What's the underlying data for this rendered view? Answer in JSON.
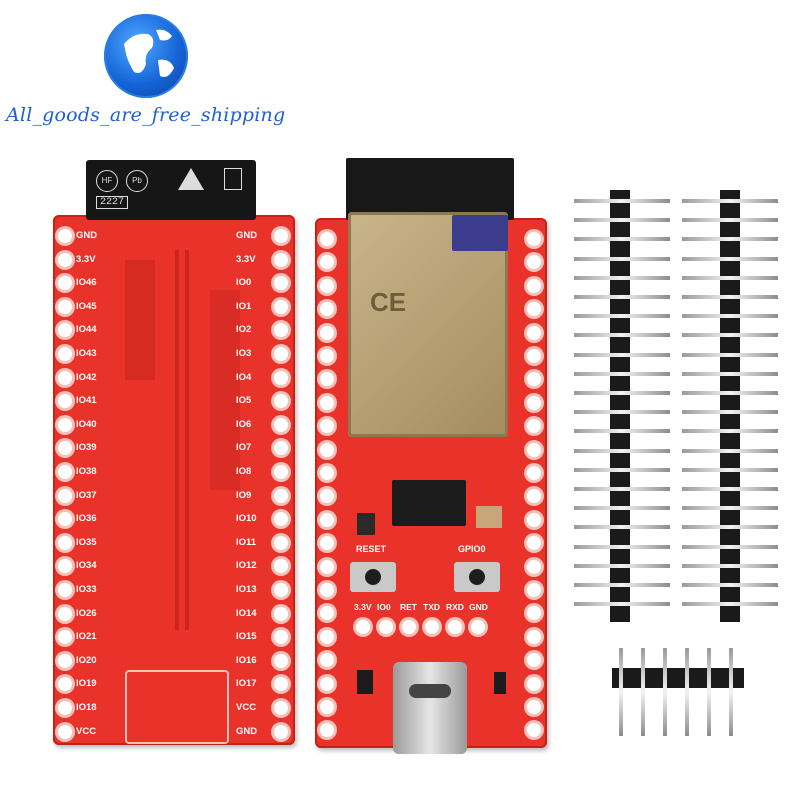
{
  "branding": {
    "shop_name": "All_goods_are_free_shipping"
  },
  "back_board": {
    "label_sticker": {
      "code": "2227",
      "marks": [
        "HF",
        "Pb"
      ]
    },
    "left_pins": [
      "GND",
      "3.3V",
      "IO46",
      "IO45",
      "IO44",
      "IO43",
      "IO42",
      "IO41",
      "IO40",
      "IO39",
      "IO38",
      "IO37",
      "IO36",
      "IO35",
      "IO34",
      "IO33",
      "IO26",
      "IO21",
      "IO20",
      "IO19",
      "IO18",
      "VCC"
    ],
    "right_pins": [
      "GND",
      "3.3V",
      "IO0",
      "IO1",
      "IO2",
      "IO3",
      "IO4",
      "IO5",
      "IO6",
      "IO7",
      "IO8",
      "IO9",
      "IO10",
      "IO11",
      "IO12",
      "IO13",
      "IO14",
      "IO15",
      "IO16",
      "IO17",
      "VCC",
      "GND"
    ]
  },
  "front_board": {
    "module_mark": "CE",
    "buttons": [
      "RESET",
      "GPIO0"
    ],
    "serial_pins": [
      "3.3V",
      "IO0",
      "RET",
      "TXD",
      "RXD",
      "GND"
    ]
  },
  "colors": {
    "pcb": "#e8322a",
    "header": "#1a1a1a",
    "shield": "#b9a27a",
    "brand_text": "#1f5fd0"
  }
}
